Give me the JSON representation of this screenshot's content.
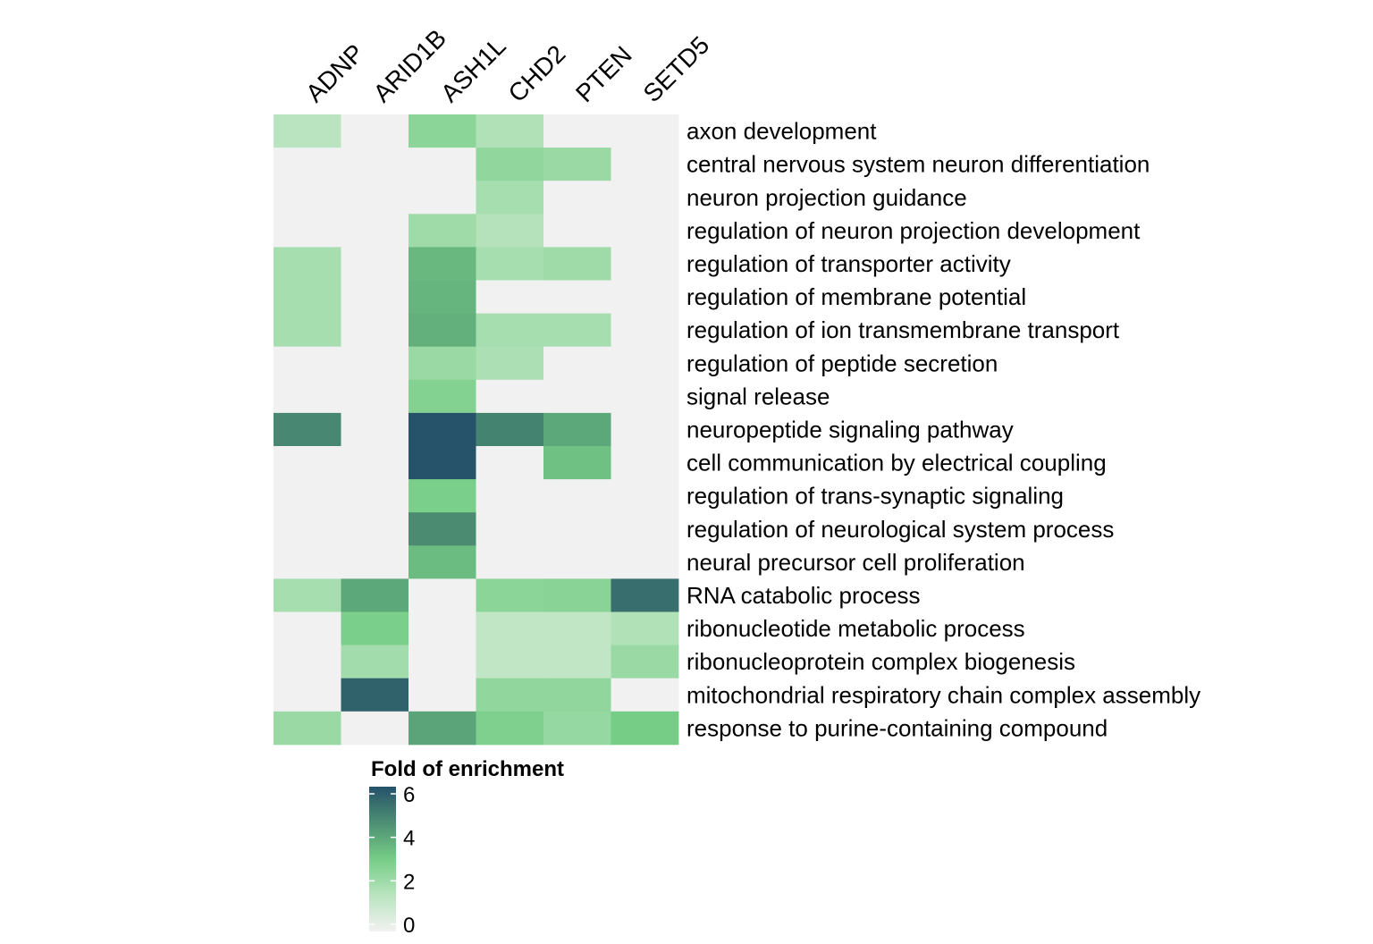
{
  "chart_data": {
    "type": "heatmap",
    "columns": [
      "ADNP",
      "ARID1B",
      "ASH1L",
      "CHD2",
      "PTEN",
      "SETD5"
    ],
    "rows": [
      "axon development",
      "central nervous system neuron differentiation",
      "neuron projection guidance",
      "regulation of neuron projection development",
      "regulation of transporter activity",
      "regulation of membrane potential",
      "regulation of ion transmembrane transport",
      "regulation of peptide secretion",
      "signal release",
      "neuropeptide signaling pathway",
      "cell communication by electrical coupling",
      "regulation of trans-synaptic signaling",
      "regulation of neurological system process",
      "neural precursor cell proliferation",
      "RNA catabolic process",
      "ribonucleotide metabolic process",
      "ribonucleoprotein complex biogenesis",
      "mitochondrial respiratory chain complex assembly",
      "response to purine-containing compound"
    ],
    "values": [
      [
        1.5,
        0,
        2.5,
        1.7,
        0,
        0
      ],
      [
        0,
        0,
        0,
        2.4,
        2.2,
        0
      ],
      [
        0,
        0,
        0,
        1.9,
        0,
        0
      ],
      [
        0,
        0,
        2.1,
        1.6,
        0,
        0
      ],
      [
        1.9,
        0,
        3.5,
        1.9,
        2.1,
        0
      ],
      [
        1.9,
        0,
        3.6,
        0,
        0,
        0
      ],
      [
        1.9,
        0,
        3.7,
        1.9,
        1.9,
        0
      ],
      [
        0,
        0,
        2.2,
        1.8,
        0,
        0
      ],
      [
        0,
        0,
        2.7,
        0,
        0,
        0
      ],
      [
        4.7,
        0,
        6.0,
        4.8,
        3.9,
        0
      ],
      [
        0,
        0,
        6.0,
        0,
        3.3,
        0
      ],
      [
        0,
        0,
        2.9,
        0,
        0,
        0
      ],
      [
        0,
        0,
        4.6,
        0,
        0,
        0
      ],
      [
        0,
        0,
        3.4,
        0,
        0,
        0
      ],
      [
        1.9,
        3.9,
        0,
        2.5,
        2.6,
        5.3
      ],
      [
        0,
        2.9,
        0,
        1.3,
        1.3,
        1.7
      ],
      [
        0,
        2.0,
        0,
        1.3,
        1.3,
        2.2
      ],
      [
        0,
        5.6,
        0,
        2.4,
        2.4,
        0
      ],
      [
        2.2,
        0,
        4.0,
        2.8,
        2.3,
        3.0
      ]
    ],
    "legend": {
      "title": "Fold of enrichment",
      "ticks": [
        0,
        2,
        4,
        6
      ],
      "range": [
        0,
        6
      ]
    },
    "colors": {
      "scale": [
        "#f1f1f1",
        "#b9e4bf",
        "#76cd86",
        "#4d8f73",
        "#26526a"
      ],
      "background": "#ffffff"
    }
  }
}
